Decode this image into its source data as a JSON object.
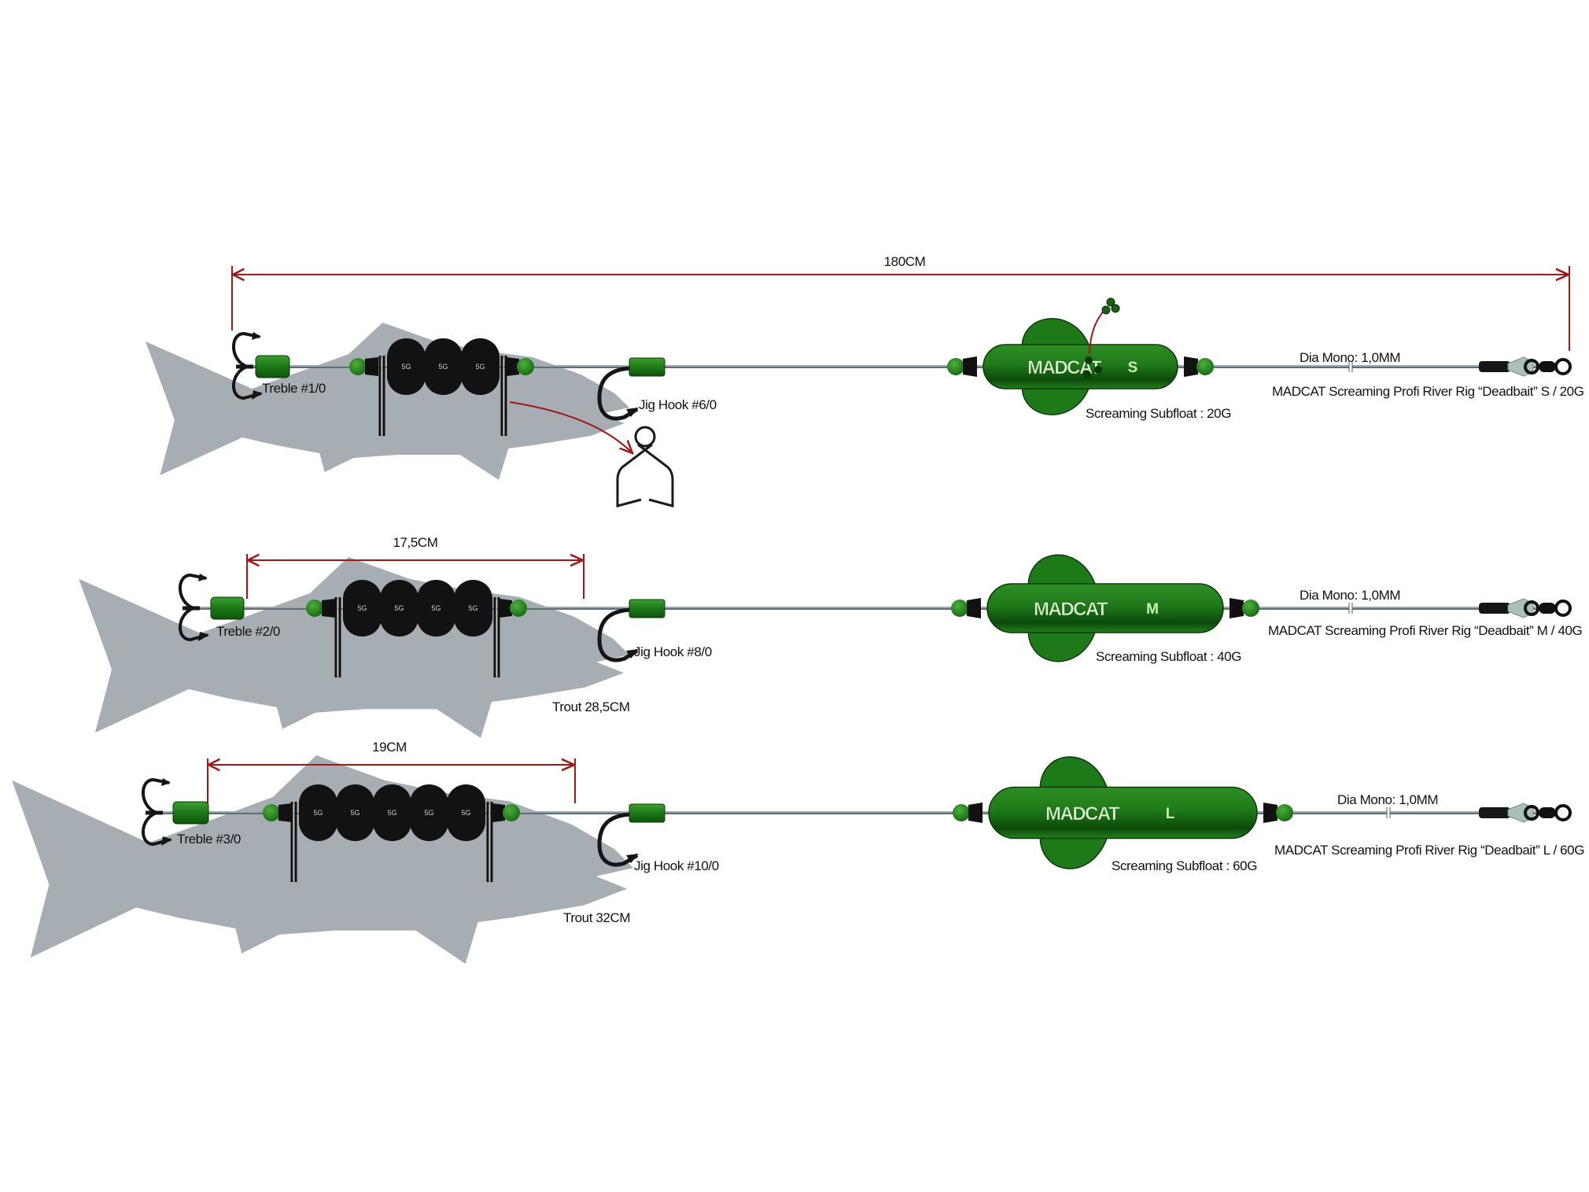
{
  "title": "MADCAT Screaming Profi River Rig Deadbait - rig diagram",
  "colors": {
    "fish": "#a7aeb3",
    "float_green": "#1f7a1a",
    "float_dark": "#0d4d0b",
    "bead_green": "#2a8a22",
    "weight_black": "#121212",
    "dimension_red": "#a01818",
    "line_steel": "#7d8a94",
    "hook_black": "#151515"
  },
  "overall_dimension": {
    "label": "180CM",
    "value_cm": 180
  },
  "rigs": [
    {
      "id": "S",
      "treble_label": "Treble #1/0",
      "weights": [
        "5G",
        "5G",
        "5G"
      ],
      "jig_hook_label": "Jig Hook #6/0",
      "float_brand": "MADCAT",
      "float_size": "S",
      "float_label": "Screaming Subfloat : 20G",
      "mono_label": "Dia Mono: 1,0MM",
      "rig_name": "MADCAT Screaming Profi River Rig “Deadbait” S / 20G",
      "dimension_label": null,
      "trout_label": null,
      "has_rattle_balls": true,
      "has_wire_clip_detail": true
    },
    {
      "id": "M",
      "treble_label": "Treble #2/0",
      "weights": [
        "5G",
        "5G",
        "5G",
        "5G"
      ],
      "jig_hook_label": "Jig Hook #8/0",
      "float_brand": "MADCAT",
      "float_size": "M",
      "float_label": "Screaming Subfloat : 40G",
      "mono_label": "Dia Mono: 1,0MM",
      "rig_name": "MADCAT Screaming Profi River Rig “Deadbait” M / 40G",
      "dimension_label": "17,5CM",
      "trout_label": "Trout 28,5CM"
    },
    {
      "id": "L",
      "treble_label": "Treble #3/0",
      "weights": [
        "5G",
        "5G",
        "5G",
        "5G",
        "5G"
      ],
      "jig_hook_label": "Jig Hook #10/0",
      "float_brand": "MADCAT",
      "float_size": "L",
      "float_label": "Screaming Subfloat : 60G",
      "mono_label": "Dia Mono: 1,0MM",
      "rig_name": "MADCAT Screaming Profi River Rig “Deadbait” L / 60G",
      "dimension_label": "19CM",
      "trout_label": "Trout 32CM"
    }
  ]
}
